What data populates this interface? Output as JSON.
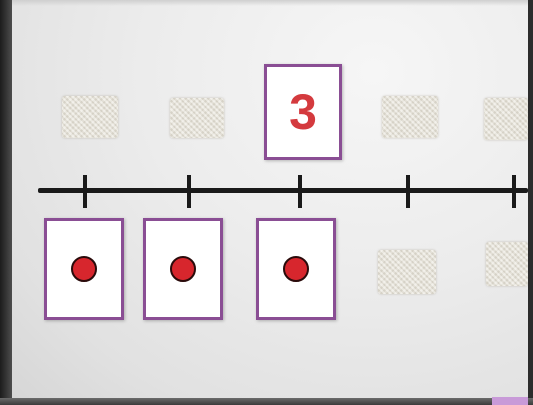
{
  "number_card": {
    "value": "3",
    "text_color": "#d43a3e",
    "border_color": "#8a4e94"
  },
  "dot_cards": {
    "count": 3,
    "dot_color": "#d7262d"
  },
  "number_line": {
    "tick_count": 5,
    "line_color": "#1a1a1a"
  },
  "velcro_patches": {
    "top_row_count": 4,
    "bottom_row_count": 2
  }
}
